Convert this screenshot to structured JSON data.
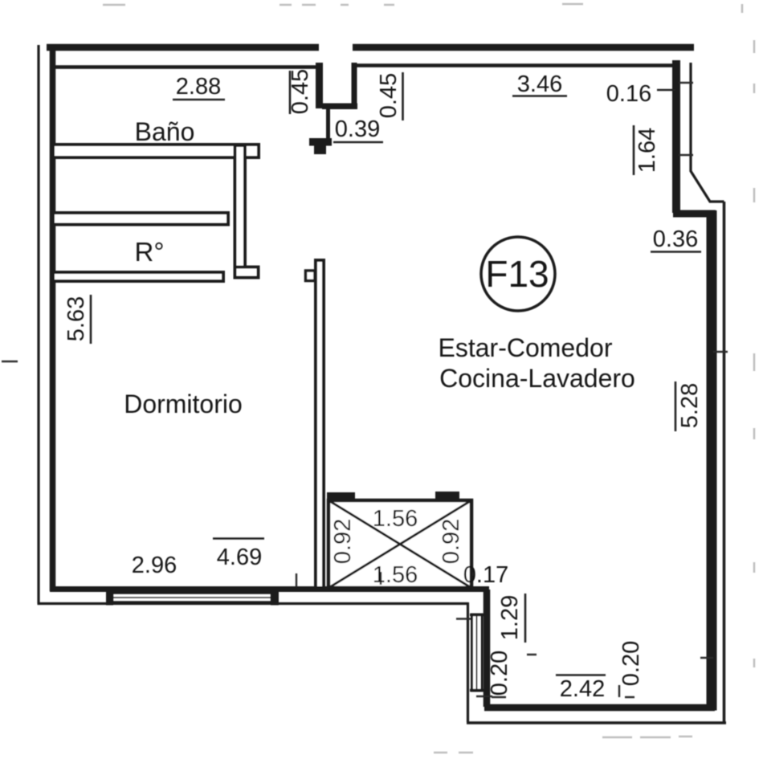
{
  "unit_badge": "F13",
  "rooms": {
    "bathroom": "Baño",
    "closet": "R°",
    "bedroom": "Dormitorio",
    "living_line1": "Estar-Comedor",
    "living_line2": "Cocina-Lavadero"
  },
  "dimensions": {
    "bath_width": "2.88",
    "niche_left_depth": "0.45",
    "niche_width": "0.39",
    "niche_right_depth": "0.45",
    "living_top_width": "3.46",
    "right_wall_thickness": "0.16",
    "right_upper_length": "1.64",
    "right_step_width": "0.36",
    "right_lower_length": "5.28",
    "left_wall_length": "5.63",
    "bedroom_width": "2.96",
    "bedroom_length": "4.69",
    "shaft_width_top": "1.56",
    "shaft_height_left": "0.92",
    "shaft_height_right": "0.92",
    "shaft_width_bottom": "1.56",
    "shaft_gap": "0.17",
    "extension_height": "1.29",
    "extension_wall_left": "0.20",
    "extension_width": "2.42",
    "extension_wall_right": "0.20"
  }
}
